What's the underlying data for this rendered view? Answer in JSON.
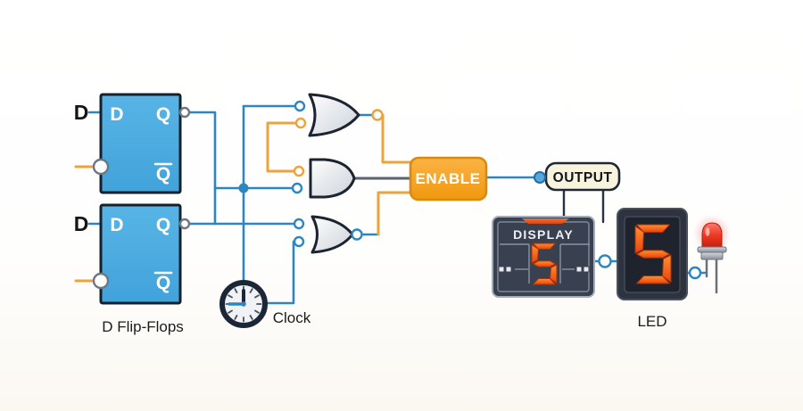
{
  "labels": {
    "d_input_top": "D",
    "d_input_bottom": "D",
    "flip_flops": "D Flip-Flops",
    "clock": "Clock",
    "led": "LED"
  },
  "flip_flop_top": {
    "d": "D",
    "q": "Q",
    "q_bar": "Q"
  },
  "flip_flop_bottom": {
    "d": "D",
    "q": "Q",
    "q_bar": "Q"
  },
  "enable": {
    "label": "ENABLE"
  },
  "output": {
    "label": "OUTPUT"
  },
  "display": {
    "label": "DISPLAY",
    "value": "5"
  },
  "segment_display": {
    "value": "5"
  },
  "colors": {
    "wire_blue": "#2E86C1",
    "wire_orange": "#EDA33C",
    "wire_dark": "#5A6170",
    "flip_flop_blue": "#4BACE0",
    "enable_orange": "#F6A51F",
    "output_cream": "#F8F3DC",
    "display_dark": "#394050",
    "digit_orange": "#F2581B",
    "led_red": "#E03022"
  }
}
